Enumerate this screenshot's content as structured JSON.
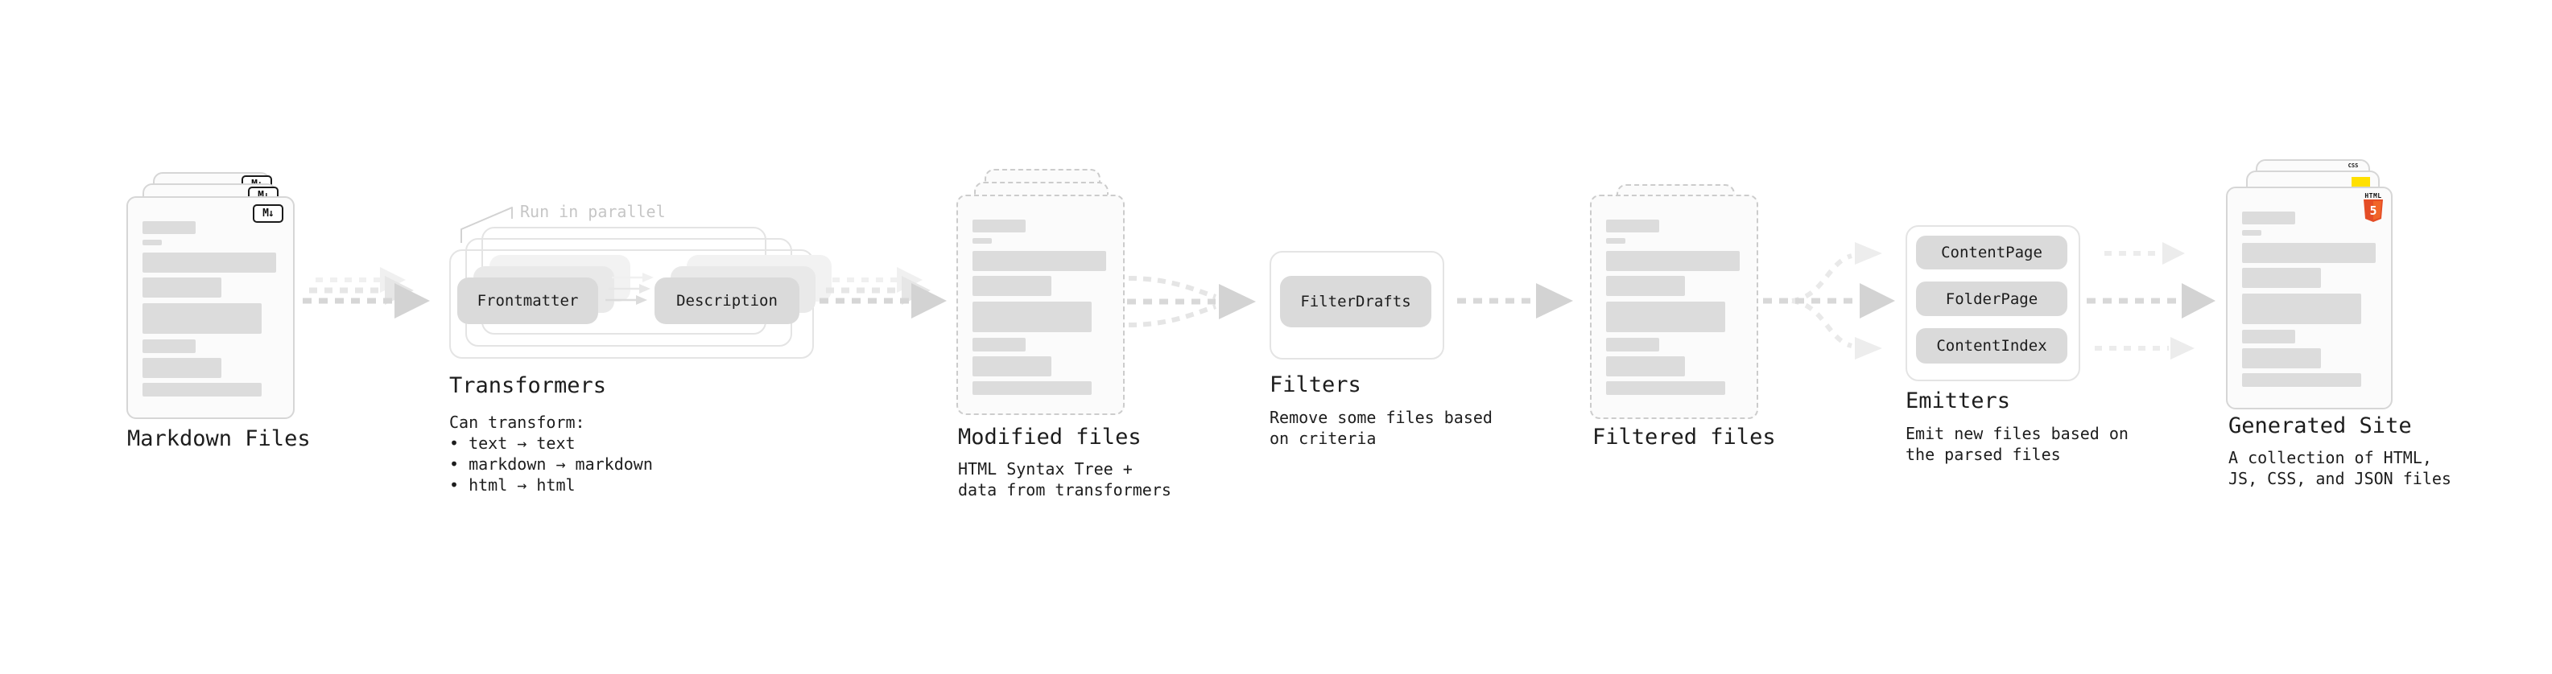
{
  "stages": {
    "markdown_files": {
      "label": "Markdown Files",
      "file_icon": "M↓"
    },
    "transformers": {
      "title": "Transformers",
      "callout": "Run in parallel",
      "step_1": "Frontmatter",
      "step_2": "Description",
      "description": "Can transform:\n • text → text\n • markdown → markdown\n • html → html"
    },
    "modified_files": {
      "title": "Modified files",
      "description": "HTML Syntax Tree +\ndata from transformers"
    },
    "filters": {
      "title": "Filters",
      "filter_1": "FilterDrafts",
      "description": "Remove some files based\non criteria"
    },
    "filtered_files": {
      "label": "Filtered files"
    },
    "emitters": {
      "title": "Emitters",
      "emitter_1": "ContentPage",
      "emitter_2": "FolderPage",
      "emitter_3": "ContentIndex",
      "description": "Emit new files based on\nthe parsed files"
    },
    "generated_site": {
      "title": "Generated Site",
      "description": "A collection of HTML,\nJS, CSS, and JSON files",
      "html_icon_label": "HTML",
      "html_icon_number": "5",
      "css_icon_label": "CSS"
    }
  },
  "colors": {
    "html5_orange": "#e44d26",
    "html5_orange_light": "#f16529",
    "js_yellow": "#ffe000",
    "css_blue": "#2965f1",
    "arrow_gray": "#d5d5d5",
    "text_dark": "#1d1d1d",
    "callout_muted": "#c6c6c6"
  }
}
